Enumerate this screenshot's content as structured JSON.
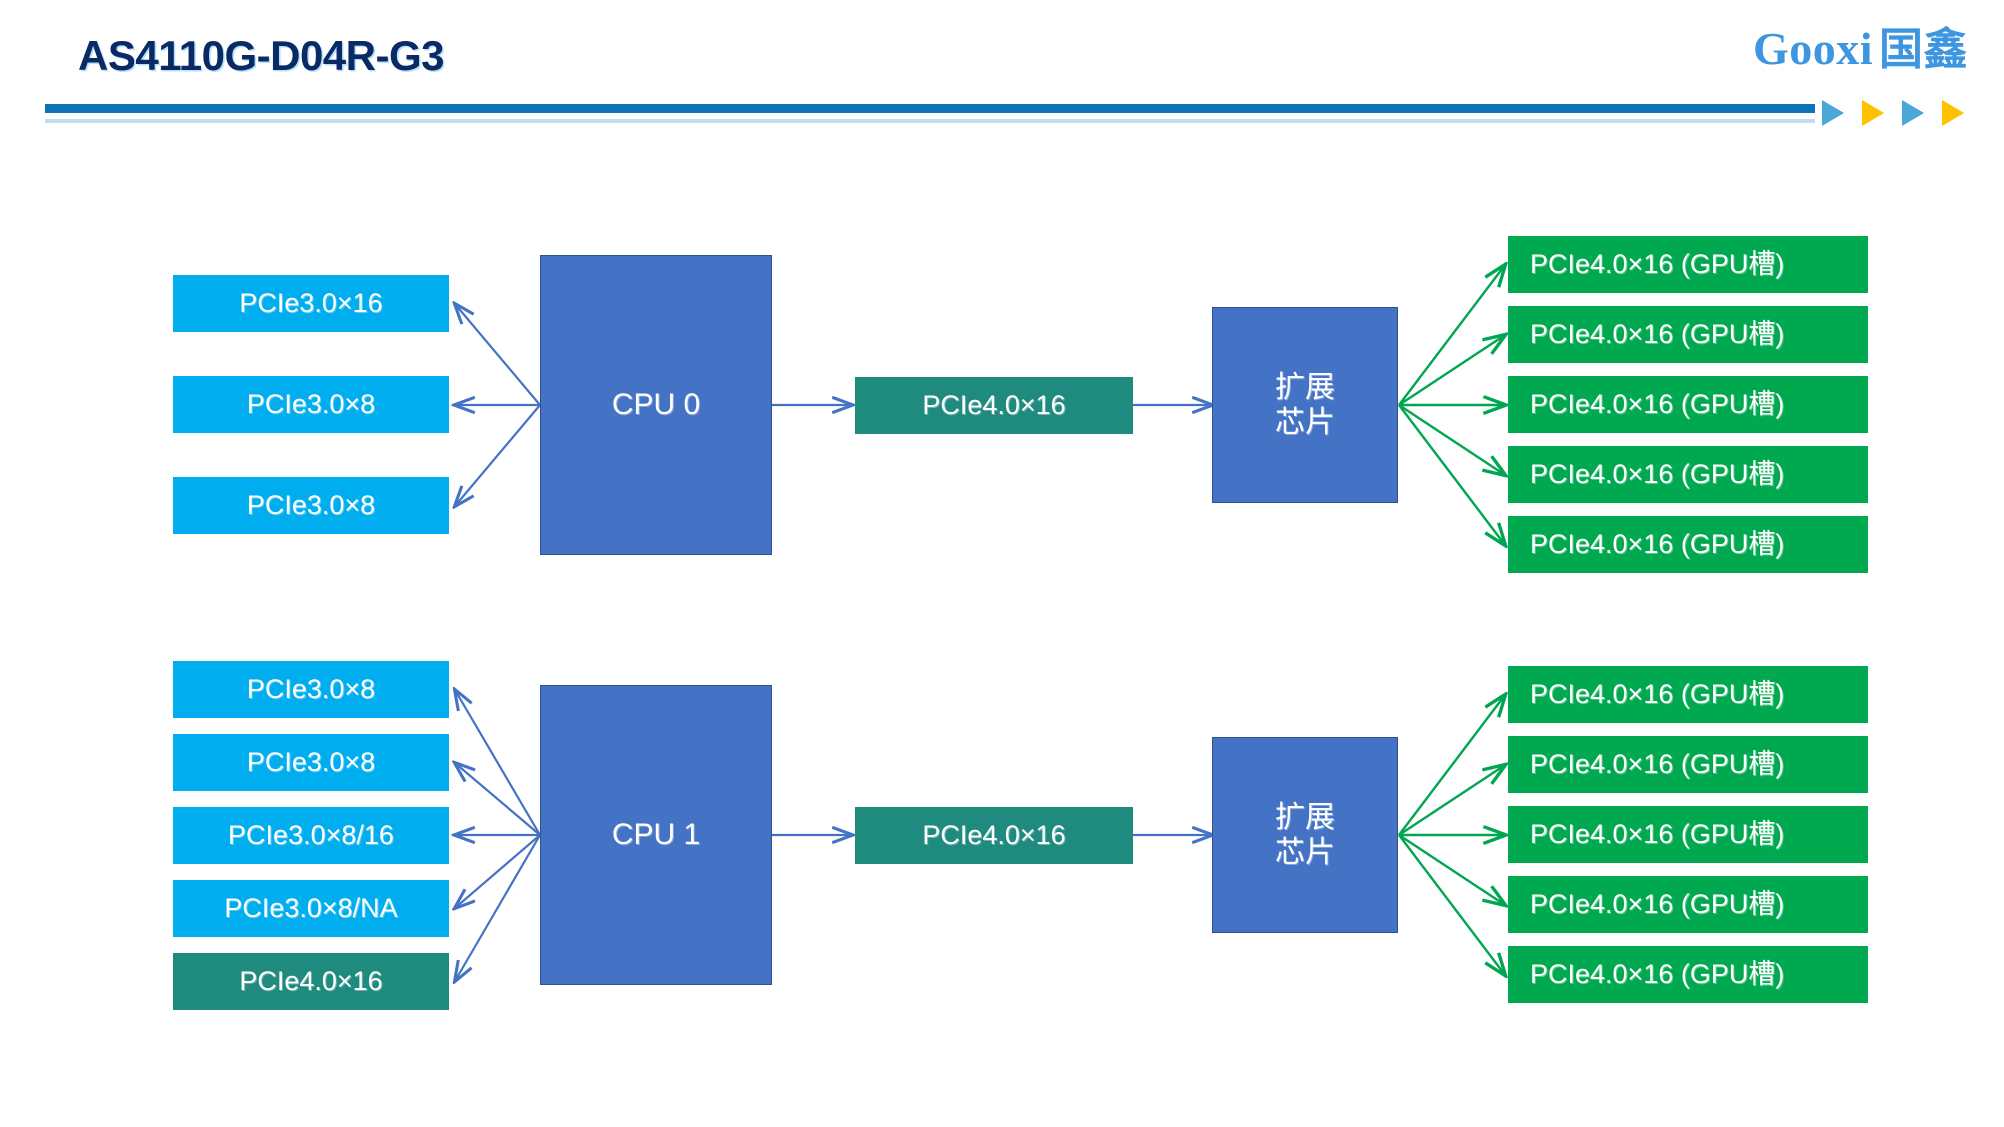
{
  "header": {
    "title": "AS4110G-D04R-G3",
    "logo": {
      "latin": "Gooxi",
      "chinese": "国鑫"
    },
    "accent_color": "#0E72B8",
    "title_color": "#0A2A66",
    "logo_color": "#3E96E0",
    "triangles": [
      "blue",
      "orange",
      "blue",
      "orange"
    ],
    "triangle_colors": {
      "blue": "#4AA7D8",
      "orange": "#FFC000"
    }
  },
  "colors": {
    "slot_blue": "#00AEEF",
    "teal": "#1F8A7E",
    "gpu_green": "#00A94F",
    "cpu_blue": "#4472C4",
    "cpu_border": "#2F528F",
    "arrow_blue": "#4472C4",
    "arrow_green": "#00A651"
  },
  "diagram": {
    "type": "block-diagram",
    "groups": [
      {
        "id": "cpu0-group",
        "cpu": {
          "label": "CPU 0"
        },
        "left_slots": [
          {
            "label": "PCIe3.0×16",
            "style": "slot_blue"
          },
          {
            "label": "PCIe3.0×8",
            "style": "slot_blue"
          },
          {
            "label": "PCIe3.0×8",
            "style": "slot_blue"
          }
        ],
        "uplink": {
          "label": "PCIe4.0×16",
          "style": "teal"
        },
        "switch": {
          "line1": "扩展",
          "line2": "芯片"
        },
        "gpu_slots": [
          {
            "label": "PCIe4.0×16 (GPU槽)"
          },
          {
            "label": "PCIe4.0×16 (GPU槽)"
          },
          {
            "label": "PCIe4.0×16 (GPU槽)"
          },
          {
            "label": "PCIe4.0×16 (GPU槽)"
          },
          {
            "label": "PCIe4.0×16 (GPU槽)"
          }
        ]
      },
      {
        "id": "cpu1-group",
        "cpu": {
          "label": "CPU 1"
        },
        "left_slots": [
          {
            "label": "PCIe3.0×8",
            "style": "slot_blue"
          },
          {
            "label": "PCIe3.0×8",
            "style": "slot_blue"
          },
          {
            "label": "PCIe3.0×8/16",
            "style": "slot_blue"
          },
          {
            "label": "PCIe3.0×8/NA",
            "style": "slot_blue"
          },
          {
            "label": "PCIe4.0×16",
            "style": "teal"
          }
        ],
        "uplink": {
          "label": "PCIe4.0×16",
          "style": "teal"
        },
        "switch": {
          "line1": "扩展",
          "line2": "芯片"
        },
        "gpu_slots": [
          {
            "label": "PCIe4.0×16 (GPU槽)"
          },
          {
            "label": "PCIe4.0×16 (GPU槽)"
          },
          {
            "label": "PCIe4.0×16 (GPU槽)"
          },
          {
            "label": "PCIe4.0×16 (GPU槽)"
          },
          {
            "label": "PCIe4.0×16 (GPU槽)"
          }
        ]
      }
    ]
  }
}
